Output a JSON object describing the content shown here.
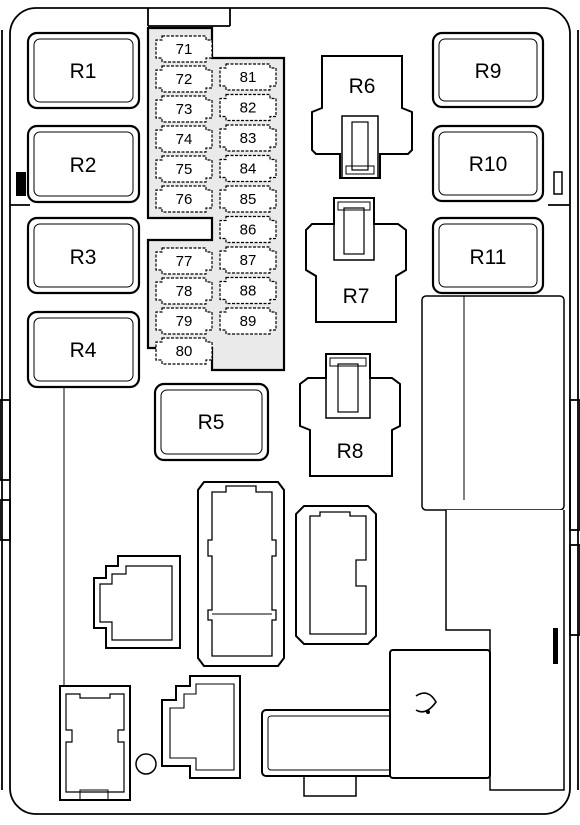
{
  "relays": {
    "r1": "R1",
    "r2": "R2",
    "r3": "R3",
    "r4": "R4",
    "r5": "R5",
    "r6": "R6",
    "r7": "R7",
    "r8": "R8",
    "r9": "R9",
    "r10": "R10",
    "r11": "R11"
  },
  "fuses": {
    "f71": "71",
    "f72": "72",
    "f73": "73",
    "f74": "74",
    "f75": "75",
    "f76": "76",
    "f77": "77",
    "f78": "78",
    "f79": "79",
    "f80": "80",
    "f81": "81",
    "f82": "82",
    "f83": "83",
    "f84": "84",
    "f85": "85",
    "f86": "86",
    "f87": "87",
    "f88": "88",
    "f89": "89"
  },
  "colors": {
    "outline": "#000000",
    "box_fill": "#ffffff",
    "fuse_block_fill": "#eaeaea",
    "background": "#ffffff"
  }
}
